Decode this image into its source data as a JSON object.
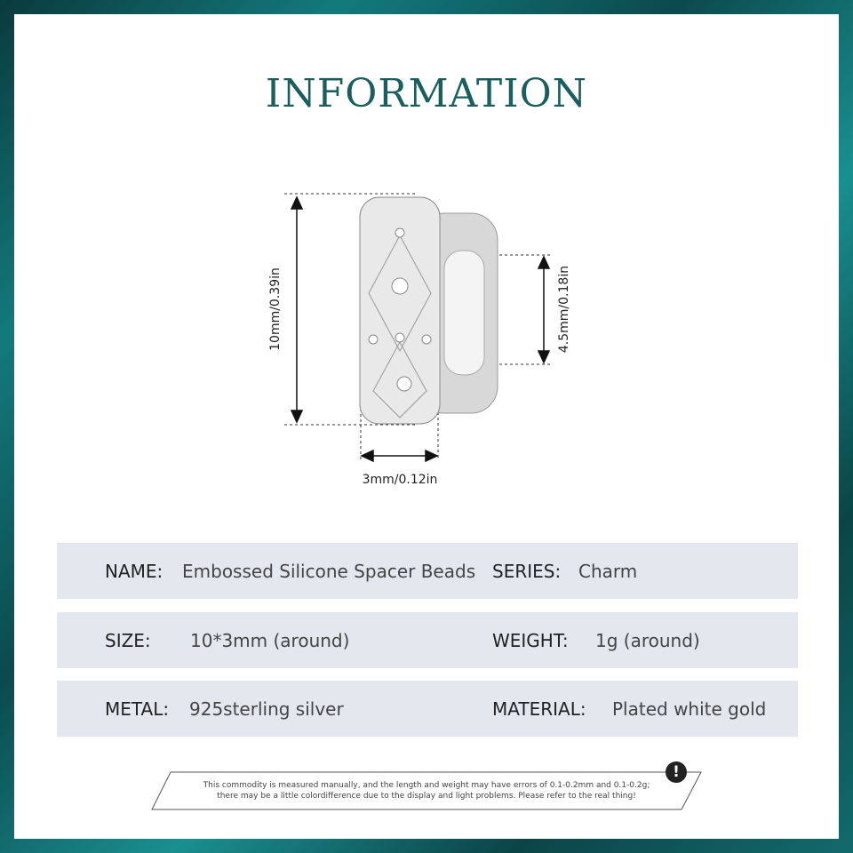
{
  "title": "INFORMATION",
  "dimensions": {
    "height": "10mm/0.39in",
    "hole": "4.5mm/0.18in",
    "width": "3mm/0.12in"
  },
  "specs": [
    {
      "k1": "NAME:",
      "v1": "Embossed Silicone Spacer Beads",
      "k2": "SERIES:",
      "v2": "Charm"
    },
    {
      "k1": "SIZE:",
      "v1": "10*3mm (around)",
      "k2": "WEIGHT:",
      "v2": "1g (around)"
    },
    {
      "k1": "METAL:",
      "v1": "925sterling silver",
      "k2": "MATERIAL:",
      "v2": "Plated white gold"
    }
  ],
  "note": {
    "line1": "This commodity is measured manually, and the length and weight may have errors of 0.1-0.2mm and 0.1-0.2g;",
    "line2": "there may be a little colordifference due to the display and light problems. Please refer to the real thing!",
    "icon": "exclamation-icon"
  },
  "colors": {
    "title": "#1b5e5e",
    "row": "#e3e8ef"
  }
}
